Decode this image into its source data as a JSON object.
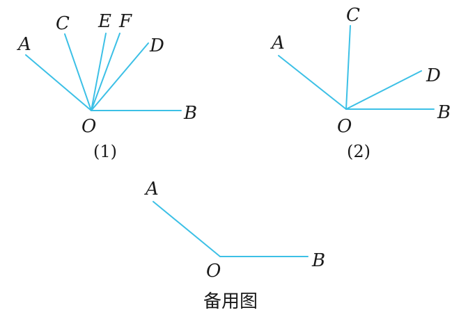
{
  "figures": [
    {
      "id": "fig1",
      "caption": "(1)",
      "labels": {
        "A": "A",
        "B": "B",
        "C": "C",
        "D": "D",
        "E": "E",
        "F": "F",
        "O": "O"
      }
    },
    {
      "id": "fig2",
      "caption": "(2)",
      "labels": {
        "A": "A",
        "B": "B",
        "C": "C",
        "D": "D",
        "O": "O"
      }
    },
    {
      "id": "fig3",
      "caption": "备用图",
      "labels": {
        "A": "A",
        "B": "B",
        "O": "O"
      }
    }
  ],
  "colors": {
    "ray": "#3cc0e6",
    "text": "#1a1a1a"
  }
}
